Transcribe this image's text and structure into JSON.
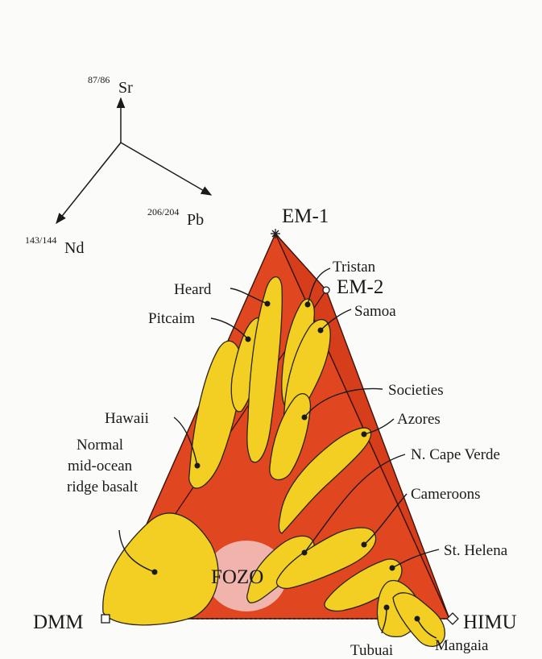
{
  "axes": {
    "sr": {
      "sup": "87/86",
      "base": "Sr"
    },
    "pb": {
      "sup": "206/204",
      "base": "Pb"
    },
    "nd": {
      "sup": "143/144",
      "base": "Nd"
    }
  },
  "endmembers": {
    "em1": "EM-1",
    "em2": "EM-2",
    "dmm": "DMM",
    "himu": "HIMU",
    "fozo": "FOZO"
  },
  "islands": {
    "tristan": "Tristan",
    "heard": "Heard",
    "samoa": "Samoa",
    "pitcairn": "Pitcaim",
    "societies": "Societies",
    "hawaii": "Hawaii",
    "azores": "Azores",
    "cape_verde": "N. Cape Verde",
    "cameroons": "Cameroons",
    "st_helena": "St. Helena",
    "tubuai": "Tubuai",
    "mangaia": "Mangaia"
  },
  "morb": {
    "line1": "Normal",
    "line2": "mid-ocean",
    "line3": "ridge basalt"
  },
  "colors": {
    "tetrahedron": "#e0461f",
    "field": "#f2cf22",
    "fozo": "#f0b4ac"
  }
}
